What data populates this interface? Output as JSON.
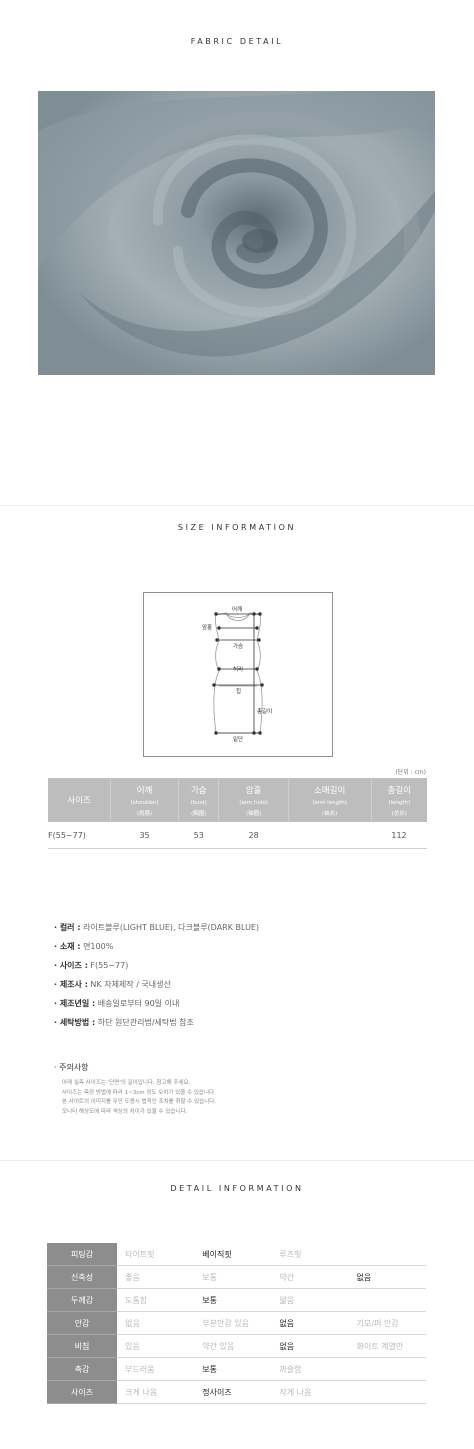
{
  "fabric": {
    "title": "FABRIC DETAIL"
  },
  "size": {
    "title": "SIZE INFORMATION",
    "diagram_labels": {
      "shoulder": "어깨",
      "armhole": "암홀",
      "bust": "가슴",
      "waist": "허리",
      "hip": "힙",
      "length": "총길이",
      "hem": "밑단"
    },
    "unit": "(단위 : cm)",
    "table": {
      "header_first": "사이즈",
      "columns": [
        {
          "ko": "어깨",
          "en": "(shoulder)",
          "cn": "(肩膀)"
        },
        {
          "ko": "가슴",
          "en": "(bust)",
          "cn": "(胸围)"
        },
        {
          "ko": "암홀",
          "en": "(arm hole)",
          "cn": "(袖圈)"
        },
        {
          "ko": "소매길이",
          "en": "(arm length)",
          "cn": "(袖长)"
        },
        {
          "ko": "총길이",
          "en": "(length)",
          "cn": "(总长)"
        }
      ],
      "rows": [
        {
          "size": "F(55~77)",
          "values": [
            "35",
            "53",
            "28",
            "",
            "112"
          ]
        }
      ]
    }
  },
  "product_info": [
    {
      "key": "· 컬러 :",
      "value": " 라이트블루(LIGHT BLUE), 다크블루(DARK BLUE)"
    },
    {
      "key": "· 소재 :",
      "value": " 면100%"
    },
    {
      "key": "· 사이즈 :",
      "value": "  F(55~77)"
    },
    {
      "key": "· 제조사 :",
      "value": " NK 자체제작 / 국내생산"
    },
    {
      "key": "· 제조년일 :",
      "value": " 배송일로부터 90일 이내"
    },
    {
      "key": "· 세탁방법 :",
      "value": " 하단 원단관리법/세탁법 참조"
    }
  ],
  "notice": {
    "title": "· 주의사항",
    "lines": [
      "아래 실측 사이즈는 '단면'의 길이입니다. 참고해 주세요.",
      "사이즈는 측정 방법에 따라 1~3cm 정도 오차가 있을 수 있습니다.",
      "본 사이트의 이미지를 무단 도용시 법적인 조치를 취할 수 있습니다.",
      "모니터 해상도에 따라 색상의 차이가 있을 수 있습니다."
    ]
  },
  "detail": {
    "title": "DETAIL INFORMATION",
    "rows": [
      {
        "label": "피팅감",
        "options": [
          "타이트핏",
          "베이직핏",
          "루즈핏",
          ""
        ],
        "selected": 1
      },
      {
        "label": "신축성",
        "options": [
          "좋음",
          "보통",
          "약간",
          "없음"
        ],
        "selected": 3
      },
      {
        "label": "두께감",
        "options": [
          "도톰함",
          "보통",
          "얇음",
          ""
        ],
        "selected": 1
      },
      {
        "label": "안감",
        "options": [
          "없음",
          "부분안감 있음",
          "없음",
          "기모/퍼 안감"
        ],
        "selected": 2
      },
      {
        "label": "비침",
        "options": [
          "있음",
          "약간 있음",
          "없음",
          "화이트 계열만"
        ],
        "selected": 2
      },
      {
        "label": "촉감",
        "options": [
          "부드러움",
          "보통",
          "까슬함",
          ""
        ],
        "selected": 1
      },
      {
        "label": "사이즈",
        "options": [
          "크게 나옴",
          "정사이즈",
          "작게 나옴",
          ""
        ],
        "selected": 1
      }
    ]
  }
}
